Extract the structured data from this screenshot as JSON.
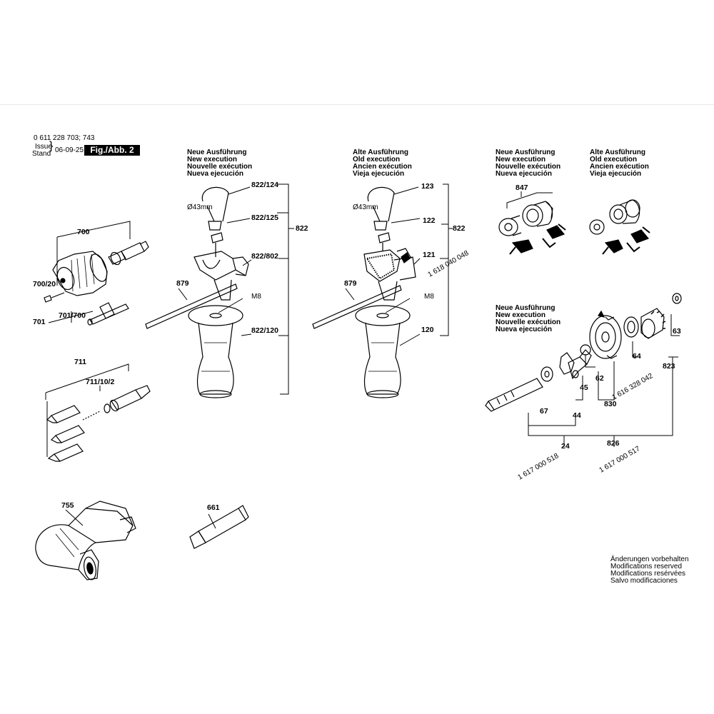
{
  "header": {
    "part_numbers": "0 611 228 703; 743",
    "issue_label": "Issue",
    "stand_label": "Stand",
    "date": "06-09-25",
    "figure_label": "Fig./Abb. 2"
  },
  "groups": {
    "new_execution_de": "Neue Ausführung",
    "new_execution_en": "New execution",
    "new_execution_fr": "Nouvelle exécution",
    "new_execution_es": "Nueva ejecución",
    "old_execution_de": "Alte Ausführung",
    "old_execution_en": "Old execution",
    "old_execution_fr": "Ancien exécution",
    "old_execution_es": "Vieja ejecución"
  },
  "callouts": {
    "c700": "700",
    "c700_20": "700/20",
    "c701": "701",
    "c701_700": "701/700",
    "c711": "711",
    "c711_10_2": "711/10/2",
    "c755": "755",
    "c661": "661",
    "c822_124": "822/124",
    "c822_125": "822/125",
    "c822_802": "822/802",
    "c822_120": "822/120",
    "c822a": "822",
    "c879a": "879",
    "m8a": "M8",
    "d43a": "Ø43mm",
    "c123": "123",
    "c122": "122",
    "c121": "121",
    "c120": "120",
    "c822b": "822",
    "c879b": "879",
    "m8b": "M8",
    "d43b": "Ø43mm",
    "pn_1618": "1 618 040 048",
    "c847": "847",
    "c63": "63",
    "c64": "64",
    "c62": "62",
    "c45": "45",
    "c44": "44",
    "c67": "67",
    "c830": "830",
    "c823": "823",
    "c826": "826",
    "c24": "24",
    "pn_1616": "1 616 328 042",
    "pn_518": "1 617 000 518",
    "pn_517": "1 617 000 517"
  },
  "footer": {
    "de": "Änderungen vorbehalten",
    "en": "Modifications reserved",
    "fr": "Modifications resérvées",
    "es": "Salvo modificaciones"
  }
}
